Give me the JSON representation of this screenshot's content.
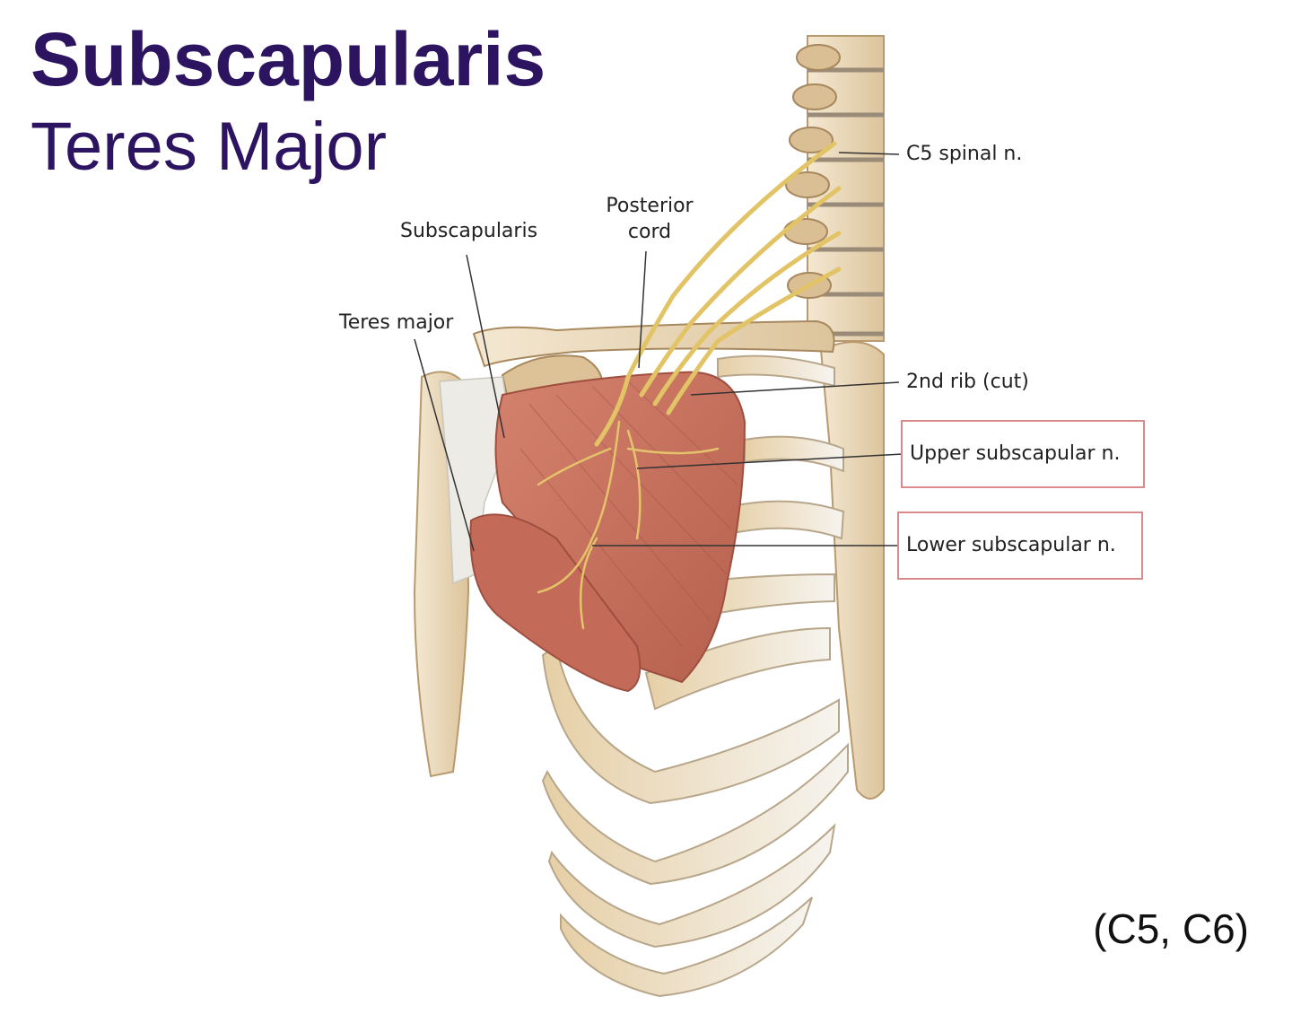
{
  "heading": {
    "title": "Subscapularis",
    "subtitle": "Teres Major"
  },
  "labels": {
    "subscapularis": "Subscapularis",
    "posterior_cord": "Posterior\ncord",
    "teres_major": "Teres major",
    "c5_spinal_n": "C5 spinal n.",
    "second_rib": "2nd rib (cut)",
    "upper_subscapular_n": "Upper subscapular n.",
    "lower_subscapular_n": "Lower subscapular n."
  },
  "innervation": "(C5, C6)",
  "colors": {
    "title": "#2d1460",
    "muscle": "#c8705e",
    "bone": "#ead9b8",
    "nerve": "#e2c466",
    "highlight_box": "#d98a8a"
  }
}
